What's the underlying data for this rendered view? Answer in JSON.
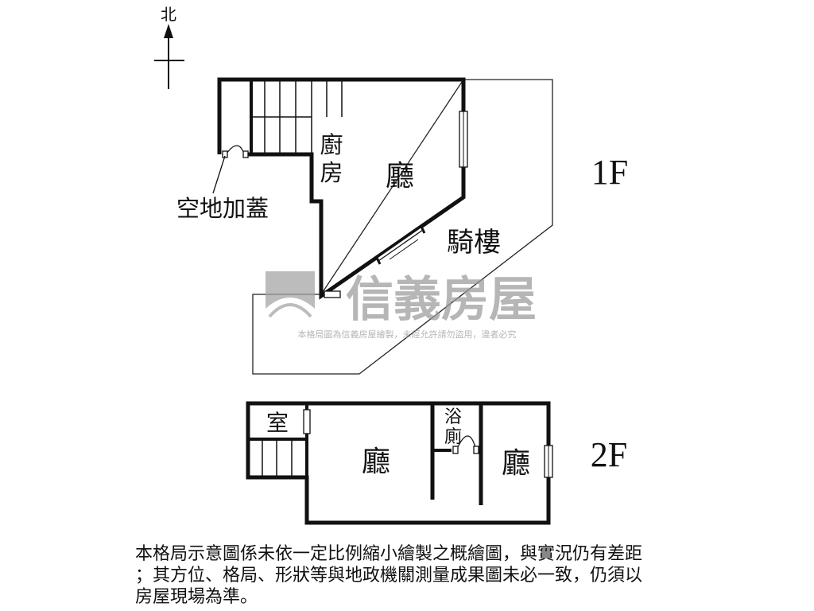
{
  "compass": {
    "north_label": "北"
  },
  "floor_1": {
    "floor_label": "1F",
    "rooms": {
      "kitchen": "廚房",
      "kitchen_line1": "廚",
      "kitchen_line2": "房",
      "living": "廳",
      "arcade": "騎樓"
    },
    "callout": "空地加蓋"
  },
  "floor_2": {
    "floor_label": "2F",
    "rooms": {
      "room": "室",
      "living_left": "廳",
      "bath_line1": "浴",
      "bath_line2": "廁",
      "living_right": "廳"
    }
  },
  "watermark": {
    "brand": "信義房屋",
    "notice": "本格局圖為信義房屋繪製，未經允許請勿盜用，違者必究"
  },
  "disclaimer": {
    "lines": [
      "本格局示意圖係未依一定比例縮小繪製之概繪圖，與實況仍有差距",
      "；其方位、格局、形狀等與地政機關測量成果圖未必一致，仍須以",
      "房屋現場為準。"
    ]
  },
  "colors": {
    "wall": "#111111",
    "thin_line": "#222222",
    "watermark": "#9a9a9a"
  },
  "icons": [
    "north-arrow-icon",
    "door-swing-icon",
    "window-icon",
    "stair-icon",
    "brand-logo-icon"
  ]
}
